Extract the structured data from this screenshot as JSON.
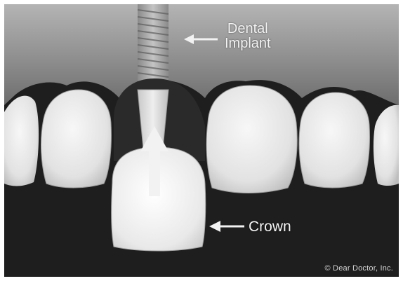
{
  "labels": {
    "implant_line1": "Dental",
    "implant_line2": "Implant",
    "crown": "Crown",
    "copyright": "© Dear Doctor, Inc."
  },
  "colors": {
    "gum": "#8f8f8f",
    "tooth": "#e7e7e7",
    "mouth_dark": "#1e1e1e",
    "implant": "#b5b5b5",
    "label_text": "#f4f4f4"
  }
}
